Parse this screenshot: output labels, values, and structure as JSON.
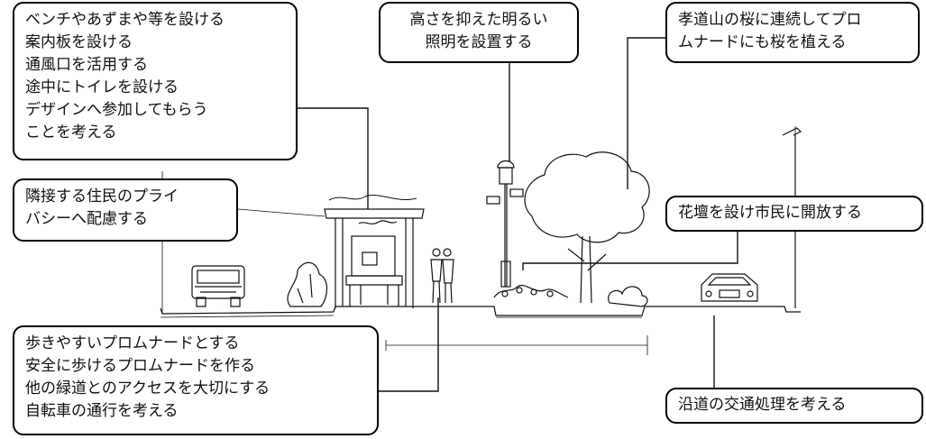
{
  "annotations": {
    "amenities": {
      "lines": [
        "ベンチやあずまや等を設ける",
        "案内板を設ける",
        "通風口を活用する",
        "途中にトイレを設ける",
        "デザインへ参加してもらう",
        "ことを考える"
      ]
    },
    "lighting": {
      "lines": [
        "高さを抑えた明るい",
        "照明を設置する"
      ]
    },
    "trees": {
      "lines": [
        "孝道山の桜に連続してプロ",
        "ムナードにも桜を植える"
      ]
    },
    "privacy": {
      "lines": [
        "隣接する住民のプライ",
        "バシーへ配慮する"
      ]
    },
    "flowerbed": {
      "lines": [
        "花壇を設け市民に開放する"
      ]
    },
    "promenade": {
      "lines": [
        "歩きやすいプロムナードとする",
        "安全に歩けるプロムナードを作る",
        "他の緑道とのアクセスを大切にする",
        "自転車の通行を考える"
      ]
    },
    "traffic": {
      "lines": [
        "沿道の交通処理を考える"
      ]
    }
  },
  "colors": {
    "ink": "#111111",
    "background": "#ffffff"
  }
}
